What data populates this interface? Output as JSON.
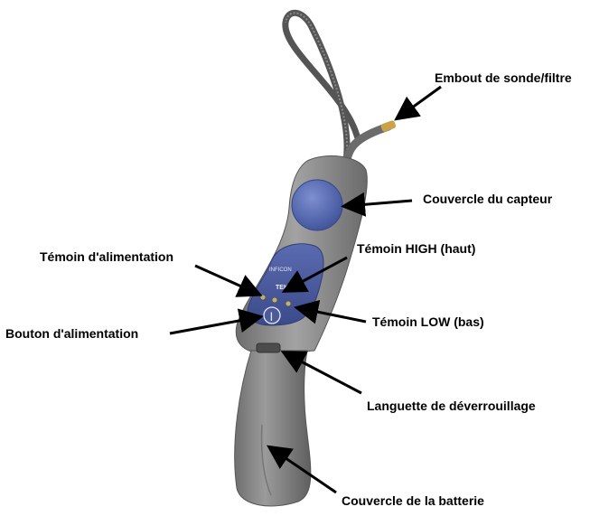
{
  "diagram": {
    "device_brand": "INFICON",
    "device_model": "TEK-Mate",
    "power_symbol": "|",
    "labels": {
      "probe_tip": "Embout de sonde/filtre",
      "sensor_cover": "Couvercle du capteur",
      "power_indicator": "Témoin d'alimentation",
      "high_indicator": "Témoin HIGH (haut)",
      "power_button": "Bouton d'alimentation",
      "low_indicator": "Témoin LOW (bas)",
      "release_tab": "Languette de déverrouillage",
      "battery_cover": "Couvercle de la batterie"
    },
    "colors": {
      "body": "#8a8a8a",
      "panel": "#4a5a9e",
      "sensor": "#5a6fb8",
      "probe": "#6b6b6b",
      "probe_tip": "#c9a24a",
      "arrow": "#000000"
    }
  }
}
